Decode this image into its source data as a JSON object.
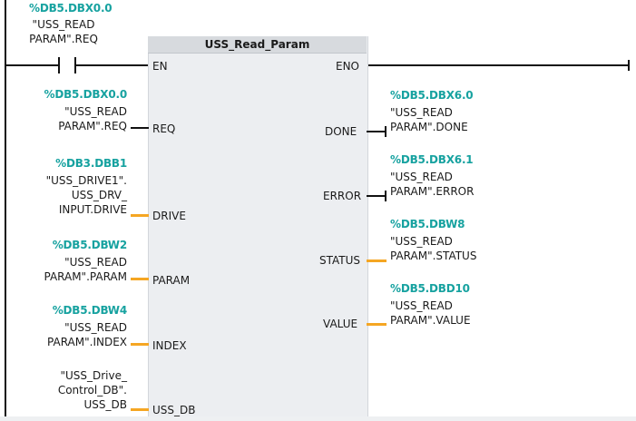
{
  "power_rail_contact": {
    "address": "%DB5.DBX0.0",
    "tag_line1": "\"USS_READ",
    "tag_line2": "PARAM\".REQ"
  },
  "block": {
    "title": "USS_Read_Param",
    "en_label": "EN",
    "eno_label": "ENO"
  },
  "inputs": {
    "req": {
      "pin": "REQ",
      "address": "%DB5.DBX0.0",
      "lines": [
        "\"USS_READ",
        "PARAM\".REQ"
      ]
    },
    "drive": {
      "pin": "DRIVE",
      "address": "%DB3.DBB1",
      "lines": [
        "\"USS_DRIVE1\".",
        "USS_DRV_",
        "INPUT.DRIVE"
      ]
    },
    "param": {
      "pin": "PARAM",
      "address": "%DB5.DBW2",
      "lines": [
        "\"USS_READ",
        "PARAM\".PARAM"
      ]
    },
    "index": {
      "pin": "INDEX",
      "address": "%DB5.DBW4",
      "lines": [
        "\"USS_READ",
        "PARAM\".INDEX"
      ]
    },
    "uss_db": {
      "pin": "USS_DB",
      "lines": [
        "\"USS_Drive_",
        "Control_DB\".",
        "USS_DB"
      ]
    }
  },
  "outputs": {
    "done": {
      "pin": "DONE",
      "address": "%DB5.DBX6.0",
      "lines": [
        "\"USS_READ",
        "PARAM\".DONE"
      ]
    },
    "error": {
      "pin": "ERROR",
      "address": "%DB5.DBX6.1",
      "lines": [
        "\"USS_READ",
        "PARAM\".ERROR"
      ]
    },
    "status": {
      "pin": "STATUS",
      "address": "%DB5.DBW8",
      "lines": [
        "\"USS_READ",
        "PARAM\".STATUS"
      ]
    },
    "value": {
      "pin": "VALUE",
      "address": "%DB5.DBD10",
      "lines": [
        "\"USS_READ",
        "PARAM\".VALUE"
      ]
    }
  },
  "colors": {
    "address": "#17a2a0",
    "wire_bool": "#111111",
    "wire_data": "#f5a623",
    "block_body": "#eceef1",
    "block_header": "#d7dade"
  }
}
